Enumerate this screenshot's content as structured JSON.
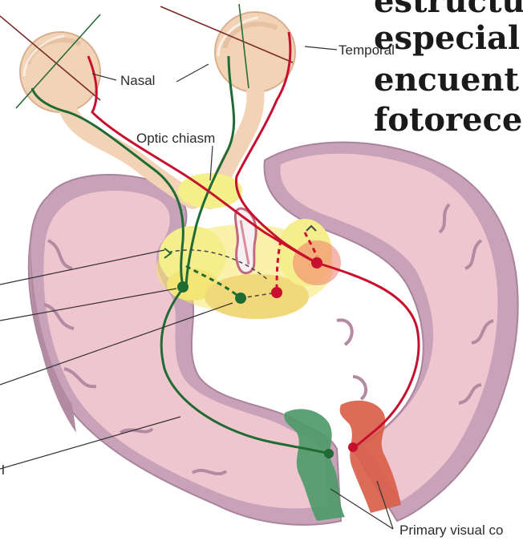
{
  "overlay_text": {
    "lines": [
      "estructu",
      "especial",
      "encuent",
      "fotorece"
    ]
  },
  "labels": {
    "temporal": "Temporal",
    "nasal": "Nasal",
    "optic_chiasm": "Optic chiasm",
    "primary_visual_cortex": "Primary visual co",
    "left_fragment": "l"
  },
  "colors": {
    "brain_outer": "#c7a2b8",
    "brain_inner": "#efc6cf",
    "eye": "#f2d3b6",
    "chiasm": "#f3f08a",
    "green_pathway": "#1f6b33",
    "red_pathway": "#c8102e",
    "green_cortex": "#4f9a6a",
    "red_cortex": "#d9604a"
  }
}
